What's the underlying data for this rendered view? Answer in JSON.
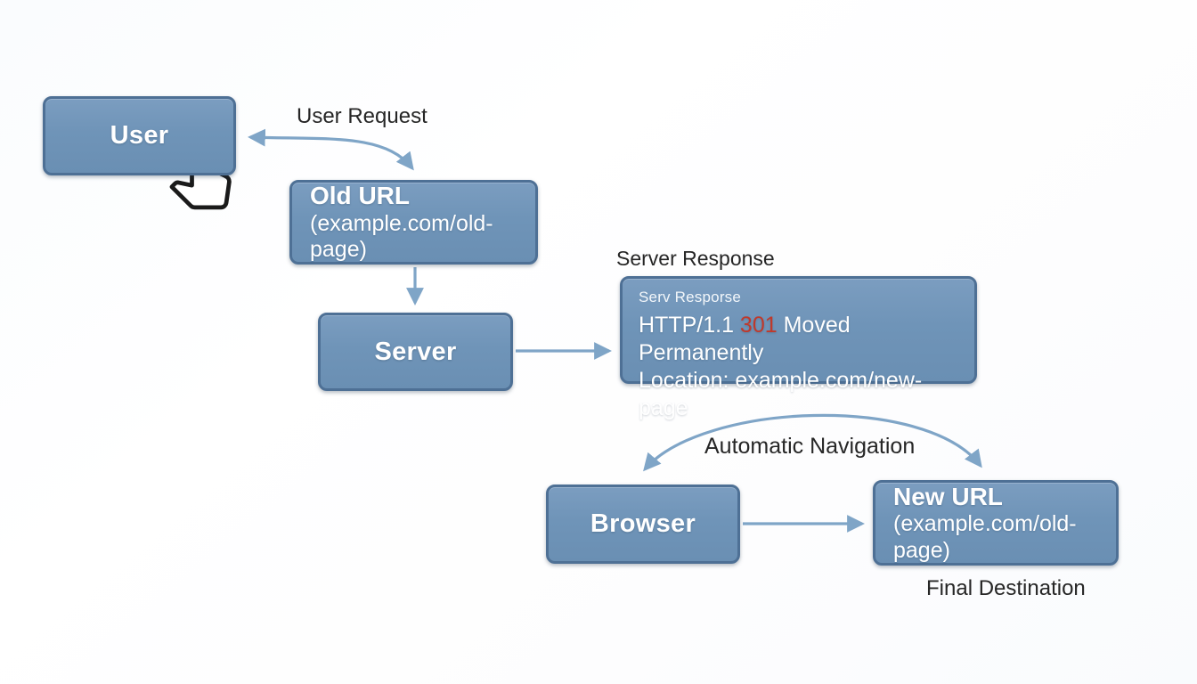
{
  "diagram": {
    "nodes": {
      "user": {
        "label": "User"
      },
      "old_url": {
        "title": "Old URL",
        "subtitle": "(example.com/old-page)"
      },
      "server": {
        "label": "Server"
      },
      "server_response": {
        "header": "Serv Resporse",
        "http_prefix": "HTTP/1.1 ",
        "status_code": "301",
        "http_suffix": " Moved Permanently",
        "location_line": "Location: example.com/new-page"
      },
      "browser": {
        "label": "Browser"
      },
      "new_url": {
        "title": "New URL",
        "subtitle": "(example.com/old-page)"
      }
    },
    "labels": {
      "user_request": "User Request",
      "server_response": "Server Response",
      "automatic_navigation": "Automatic Navigation",
      "final_destination": "Final Destination"
    },
    "icons": {
      "hand_cursor": "tap-hand-cursor"
    },
    "colors": {
      "node_fill": "#6f94b8",
      "node_border": "#4e7095",
      "arrow": "#7fa5c7",
      "node_text": "#ffffff",
      "label_text": "#262626",
      "status_code_red": "#c0392b"
    }
  }
}
